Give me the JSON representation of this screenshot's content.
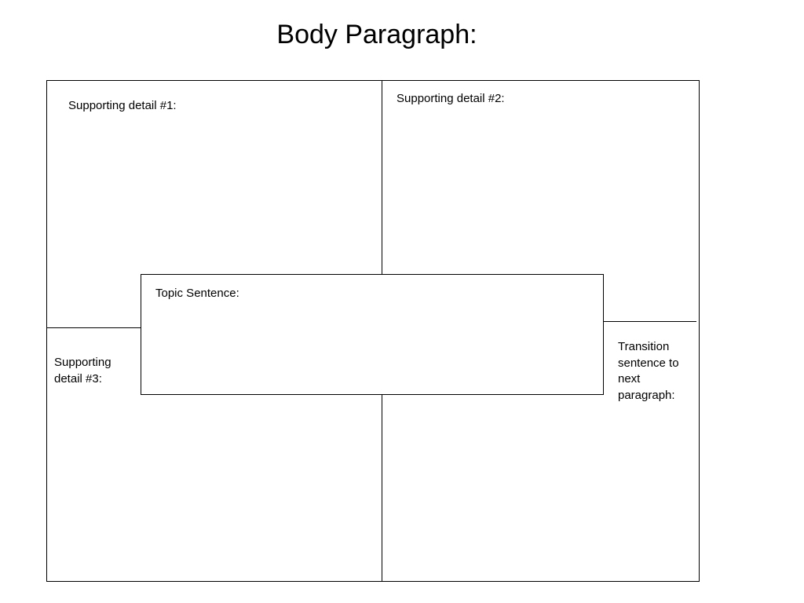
{
  "page": {
    "title": "Body Paragraph:"
  },
  "organizer": {
    "supporting_detail_1": "Supporting detail #1:",
    "supporting_detail_2": "Supporting detail #2:",
    "supporting_detail_3": "Supporting\ndetail #3:",
    "topic_sentence": "Topic Sentence:",
    "transition": "Transition\nsentence to\nnext\nparagraph:"
  }
}
